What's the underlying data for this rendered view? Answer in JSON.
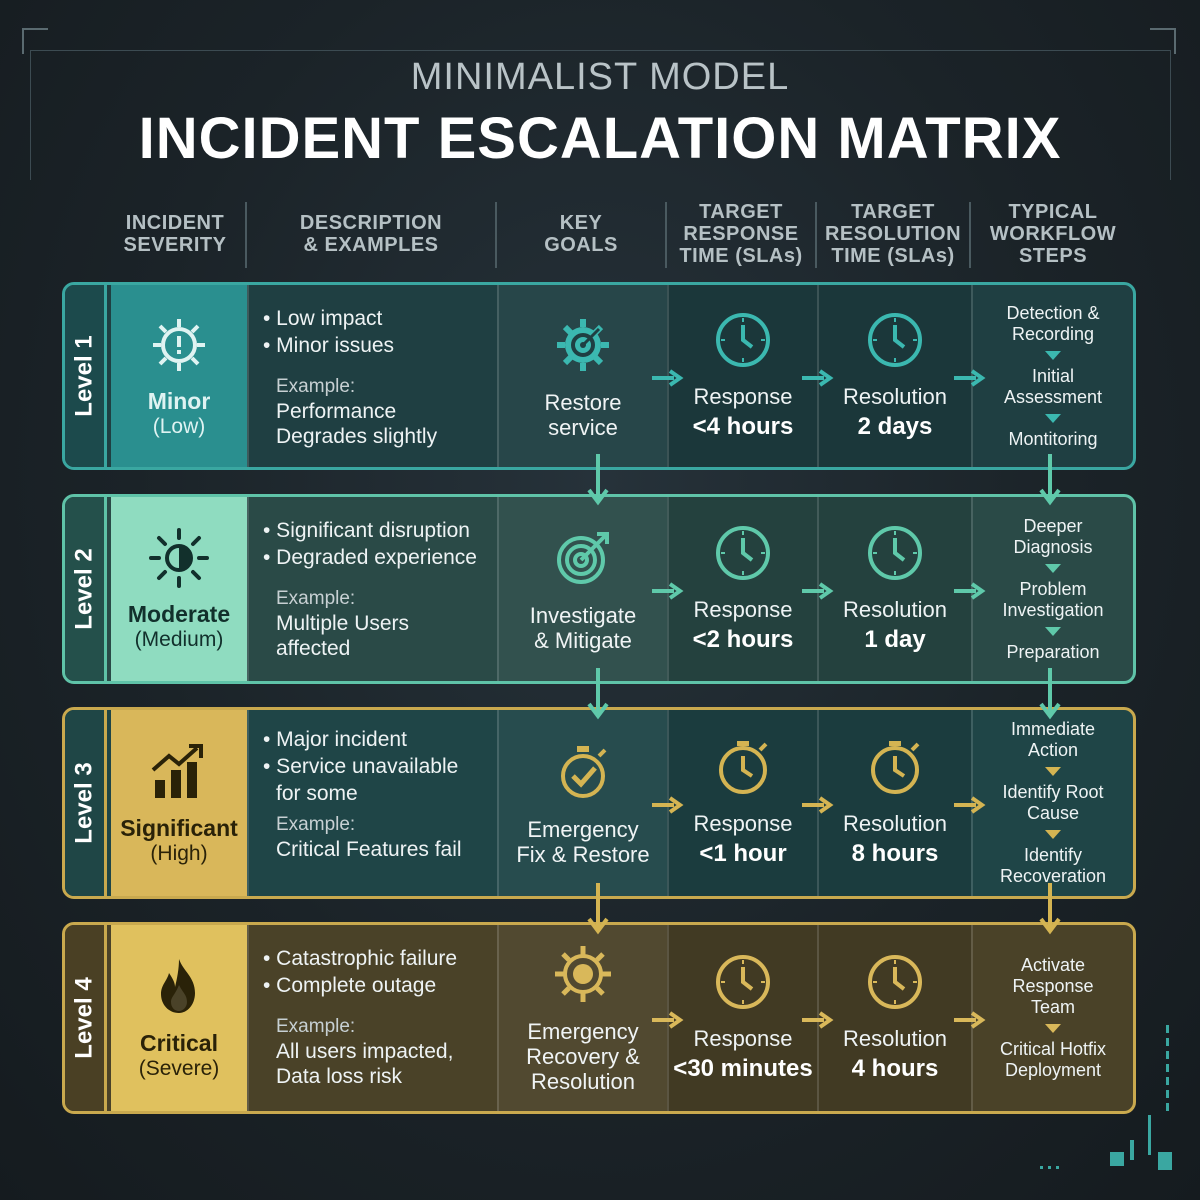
{
  "title": {
    "pre": "MINIMALIST MODEL",
    "main": "INCIDENT ESCALATION MATRIX"
  },
  "headers": [
    "INCIDENT\nSEVERITY",
    "DESCRIPTION\n& EXAMPLES",
    "KEY\nGOALS",
    "TARGET\nRESPONSE\nTIME (SLAs)",
    "TARGET\nRESOLUTION\nTIME (SLAs)",
    "TYPICAL\nWORKFLOW\nSTEPS"
  ],
  "levels": [
    {
      "level": "Level 1",
      "severity": "Minor",
      "severity_sub": "(Low)",
      "severity_icon": "gear-alert-icon",
      "bullets": [
        "Low impact",
        "Minor issues"
      ],
      "example_label": "Example:",
      "example_text": "Performance\nDegrades slightly",
      "goal_icon": "gear-target-icon",
      "goal": "Restore\nservice",
      "response_label": "Response",
      "response_value": "<4 hours",
      "resolution_label": "Resolution",
      "resolution_value": "2 days",
      "time_icon": "clock-icon",
      "workflow": [
        "Detection &\nRecording",
        "Initial\nAssessment",
        "Montitoring"
      ],
      "colors": {
        "border": "#3aa7a1",
        "tab": "#1c4a4c",
        "sev_bg": "#2a8f8f",
        "body": "#1f3f42",
        "sev_text": "#dff3f2",
        "accent": "#3bb8b0"
      }
    },
    {
      "level": "Level 2",
      "severity": "Moderate",
      "severity_sub": "(Medium)",
      "severity_icon": "half-sun-icon",
      "bullets": [
        "Significant disruption",
        "Degraded experience"
      ],
      "example_label": "Example:",
      "example_text": "Multiple Users\naffected",
      "goal_icon": "target-icon",
      "goal": "Investigate\n& Mitigate",
      "response_label": "Response",
      "response_value": "<2 hours",
      "resolution_label": "Resolution",
      "resolution_value": "1 day",
      "time_icon": "clock-icon",
      "workflow": [
        "Deeper\nDiagnosis",
        "Problem\nInvestigation",
        "Preparation"
      ],
      "colors": {
        "border": "#5fc3a8",
        "tab": "#24504b",
        "sev_bg": "#8fdcc0",
        "body": "#2a4a47",
        "sev_text": "#12302c",
        "accent": "#5fc9aa"
      }
    },
    {
      "level": "Level 3",
      "severity": "Significant",
      "severity_sub": "(High)",
      "severity_icon": "bar-chart-up-icon",
      "bullets": [
        "Major incident",
        "Service unavailable\nfor some"
      ],
      "example_label": "Example:",
      "example_text": "Critical Features fail",
      "goal_icon": "stopwatch-check-icon",
      "goal": "Emergency\nFix & Restore",
      "response_label": "Response",
      "response_value": "<1 hour",
      "resolution_label": "Resolution",
      "resolution_value": "8 hours",
      "time_icon": "stopwatch-icon",
      "workflow": [
        "Immediate\nAction",
        "Identify Root\nCause",
        "Identify\nRecoveration"
      ],
      "colors": {
        "border": "#c9a94e",
        "tab": "#1f4646",
        "sev_bg": "#d9b75a",
        "body": "#1f4547",
        "sev_text": "#2a2208",
        "accent": "#d4b452"
      }
    },
    {
      "level": "Level 4",
      "severity": "Critical",
      "severity_sub": "(Severe)",
      "severity_icon": "fire-icon",
      "bullets": [
        "Catastrophic failure",
        "Complete outage"
      ],
      "example_label": "Example:",
      "example_text": "All users impacted,\nData loss risk",
      "goal_icon": "gear-burst-icon",
      "goal": "Emergency\nRecovery &\nResolution",
      "response_label": "Response",
      "response_value": "<30 minutes",
      "resolution_label": "Resolution",
      "resolution_value": "4 hours",
      "time_icon": "clock-icon",
      "workflow": [
        "Activate\nResponse\nTeam",
        "Critical Hotfix\nDeployment"
      ],
      "colors": {
        "border": "#c9a94e",
        "tab": "#4a4024",
        "sev_bg": "#e0c15e",
        "body": "#4a4228",
        "sev_text": "#2a2208",
        "accent": "#d9b85a"
      }
    }
  ]
}
